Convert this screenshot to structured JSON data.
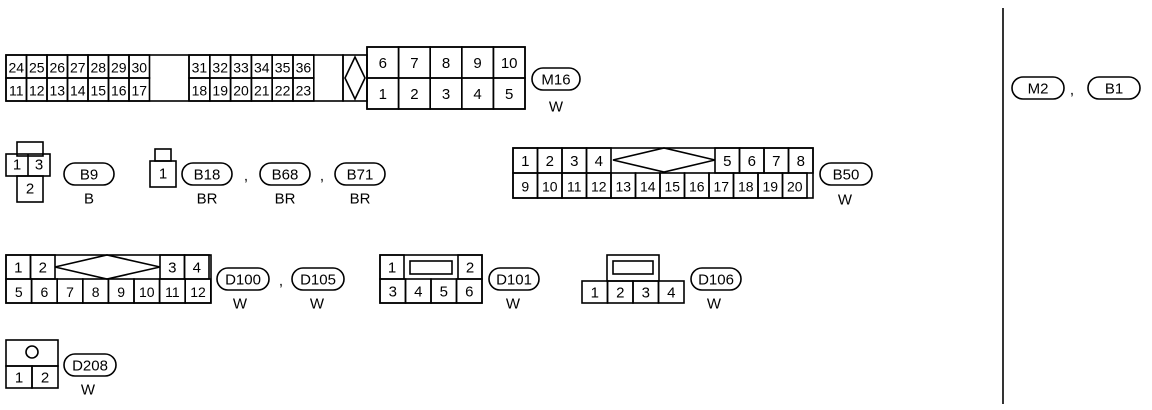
{
  "connectors": {
    "m16": {
      "top_left": [
        "24",
        "25",
        "26",
        "27",
        "28",
        "29",
        "30"
      ],
      "top_mid": [
        "31",
        "32",
        "33",
        "34",
        "35",
        "36"
      ],
      "bot_left": [
        "11",
        "12",
        "13",
        "14",
        "15",
        "16",
        "17"
      ],
      "bot_mid": [
        "18",
        "19",
        "20",
        "21",
        "22",
        "23"
      ],
      "top_right": [
        "6",
        "7",
        "8",
        "9",
        "10"
      ],
      "bot_right": [
        "1",
        "2",
        "3",
        "4",
        "5"
      ],
      "label": "M16",
      "color": "W"
    },
    "b9": {
      "pins": [
        "1",
        "3",
        "2"
      ],
      "label": "B9",
      "color": "B"
    },
    "b18": {
      "pins": [
        "1"
      ],
      "label": "B18",
      "color": "BR"
    },
    "b68": {
      "label": "B68",
      "color": "BR"
    },
    "b71": {
      "label": "B71",
      "color": "BR"
    },
    "b50": {
      "top_left": [
        "1",
        "2",
        "3",
        "4"
      ],
      "top_right": [
        "5",
        "6",
        "7",
        "8"
      ],
      "bot": [
        "9",
        "10",
        "11",
        "12",
        "13",
        "14",
        "15",
        "16",
        "17",
        "18",
        "19",
        "20"
      ],
      "label": "B50",
      "color": "W"
    },
    "d100": {
      "top_left": [
        "1",
        "2"
      ],
      "top_right": [
        "3",
        "4"
      ],
      "bot": [
        "5",
        "6",
        "7",
        "8",
        "9",
        "10",
        "11",
        "12"
      ],
      "label": "D100",
      "color": "W"
    },
    "d105": {
      "label": "D105",
      "color": "W"
    },
    "d101": {
      "top": [
        "1",
        "2"
      ],
      "bot": [
        "3",
        "4",
        "5",
        "6"
      ],
      "label": "D101",
      "color": "W"
    },
    "d106": {
      "pins": [
        "1",
        "2",
        "3",
        "4"
      ],
      "label": "D106",
      "color": "W"
    },
    "d208": {
      "pins": [
        "1",
        "2"
      ],
      "label": "D208",
      "color": "W"
    },
    "m2": {
      "label": "M2"
    },
    "b1": {
      "label": "B1"
    }
  },
  "separators": {
    "comma": ","
  }
}
